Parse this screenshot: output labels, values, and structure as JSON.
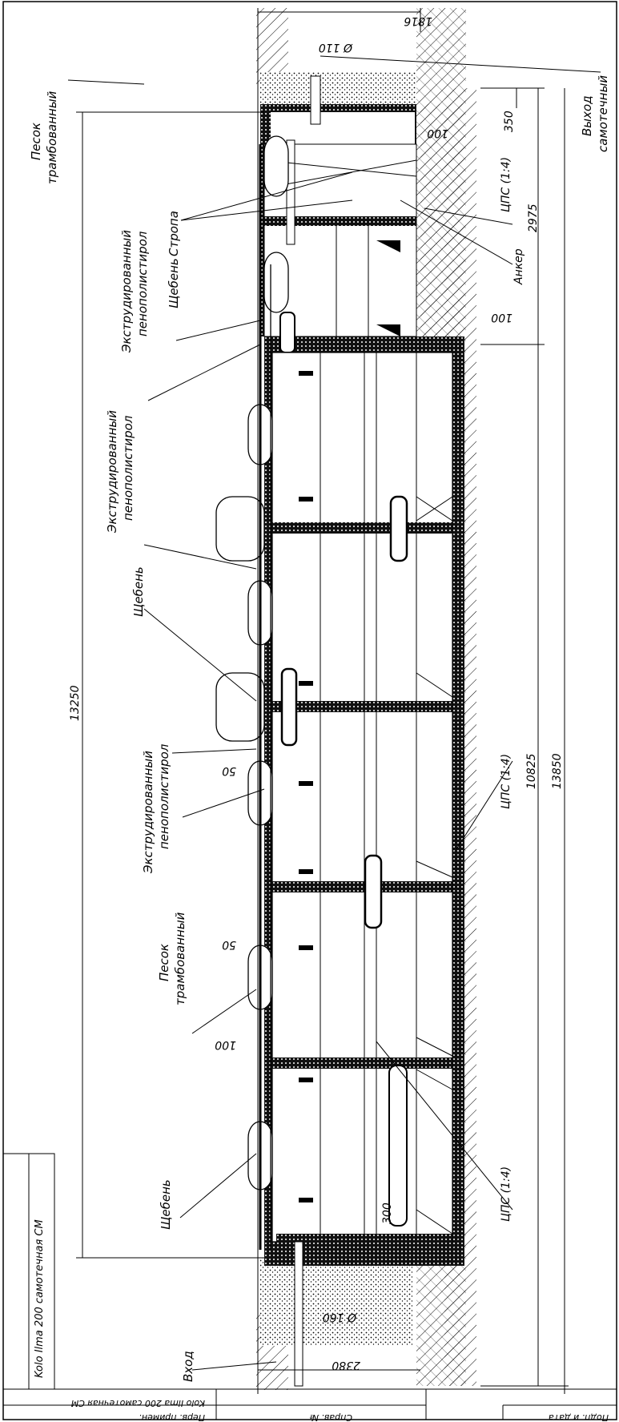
{
  "drawing": {
    "title_vertical": "Kolo Ilma 200 самотечная СМ",
    "dimensions": {
      "overall_height": "13850",
      "inner_height": "10825",
      "section_height": "13250",
      "depth_top": "2975",
      "top_thickness": "350",
      "top_width": "1816",
      "bottom_width": "2380",
      "pipe_in": "Ø 160",
      "pipe_out": "Ø 110",
      "wall_100_a": "100",
      "wall_100_b": "100",
      "wall_100_c": "100",
      "wall_50_a": "50",
      "wall_50_b": "50",
      "base_300": "300"
    },
    "labels": {
      "pesok_top_1": "Песок",
      "pesok_top_2": "трамбованный",
      "vyhod_1": "Выход",
      "vyhod_2": "самотечный",
      "cps_top": "ЦПС (1:4)",
      "anker": "Анкер",
      "strop": "Стропа",
      "sheben_1": "Щебень",
      "epps_1a": "Экструдированный",
      "epps_1b": "пенополистирол",
      "epps_2a": "Экструдированный",
      "epps_2b": "пенополистирол",
      "sheben_2": "Щебень",
      "epps_3a": "Экструдированный",
      "epps_3b": "пенополистирол",
      "cps_mid": "ЦПС (1:4)",
      "pesok_mid_1": "Песок",
      "pesok_mid_2": "трамбованный",
      "sheben_3": "Щебень",
      "cps_bottom": "ЦПС (1:4)",
      "vhod": "Вход"
    },
    "stamp": {
      "title": "Kolo Ilma 200 самотечная СМ",
      "perv_primen": "Перв. примен.",
      "sprav_no": "Справ. №",
      "podp_data": "Подп. и дата"
    }
  }
}
